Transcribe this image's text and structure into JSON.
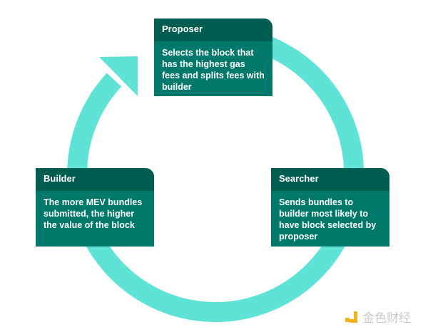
{
  "colors": {
    "ring": "#5ee3d6",
    "header": "#005d4f",
    "body": "#00786a"
  },
  "nodes": {
    "proposer": {
      "title": "Proposer",
      "text": "Selects the block that has the highest gas fees and splits fees with builder"
    },
    "builder": {
      "title": "Builder",
      "text": "The more MEV bundles submitted, the higher the value of the block"
    },
    "searcher": {
      "title": "Searcher",
      "text": "Sends bundles to builder most likely to have block selected by proposer"
    }
  },
  "watermark": {
    "text": "金色财经"
  }
}
